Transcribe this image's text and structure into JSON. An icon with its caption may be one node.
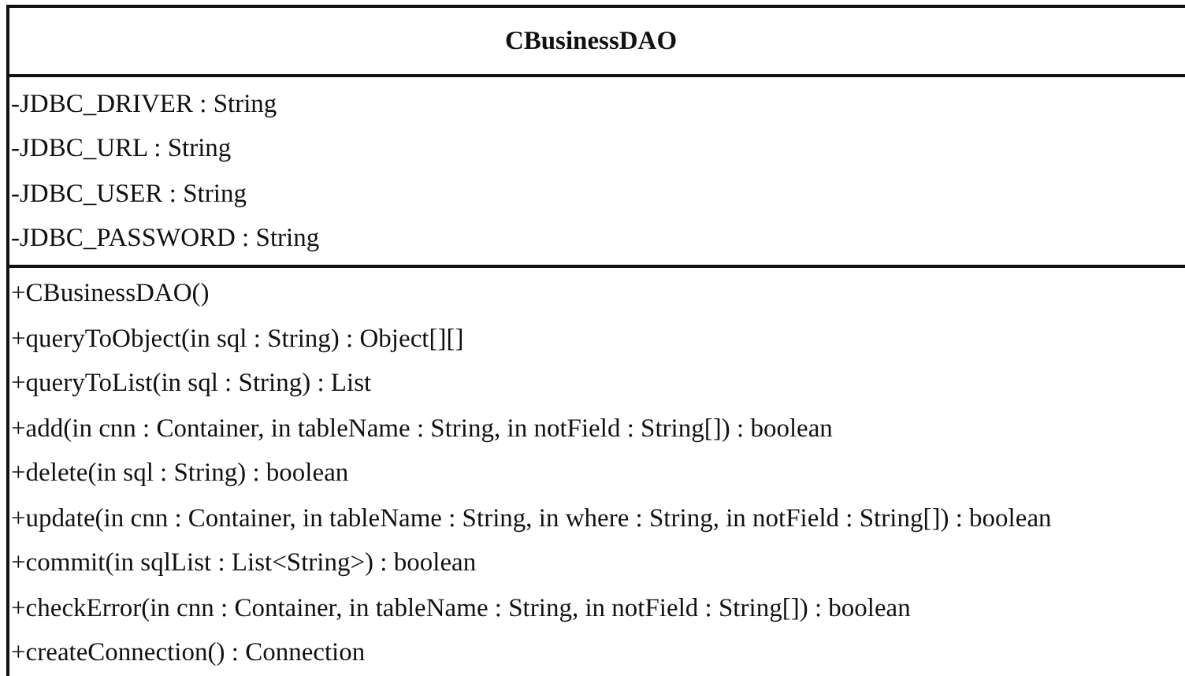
{
  "diagram": {
    "nodes": [
      {
        "text": [
          "CBusinessDAO"
        ]
      },
      {
        "text": [
          "-JDBC_DRIVER : String",
          "-JDBC_URL : String",
          "-JDBC_USER : String",
          "-JDBC_PASSWORD : String"
        ],
        "in": 0
      },
      {
        "text": [
          "+CBusinessDAO()",
          "+queryToObject(in sql : String) : Object[][]",
          "+queryToList(in sql : String) : List",
          "+add(in cnn : Container, in tableName : String, in notField : String[]) : boolean",
          "+delete(in sql : String) : boolean",
          "+update(in cnn : Container, in tableName : String, in where : String, in notField : String[]) : boolean",
          "+commit(in sqlList : List<String>) : boolean",
          "+checkError(in cnn : Container, in tableName : String, in notField : String[]) : boolean",
          "+createConnection() : Connection"
        ],
        "in": 0
      }
    ]
  }
}
